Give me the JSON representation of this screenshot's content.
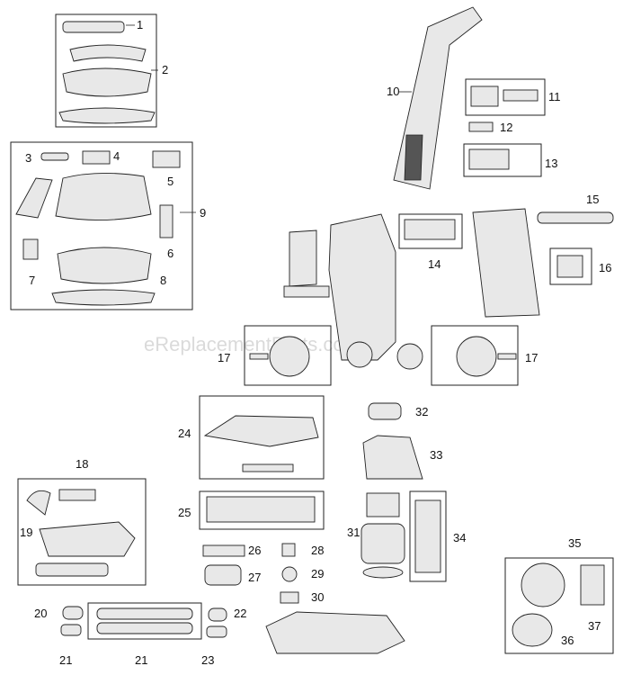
{
  "watermark": "eReplacementParts.com",
  "callouts": [
    "1",
    "2",
    "3",
    "4",
    "5",
    "6",
    "7",
    "8",
    "9",
    "10",
    "11",
    "12",
    "13",
    "14",
    "15",
    "16",
    "17",
    "17",
    "18",
    "19",
    "20",
    "21",
    "21",
    "22",
    "23",
    "24",
    "25",
    "26",
    "27",
    "28",
    "29",
    "30",
    "31",
    "32",
    "33",
    "34",
    "35",
    "36",
    "37"
  ]
}
